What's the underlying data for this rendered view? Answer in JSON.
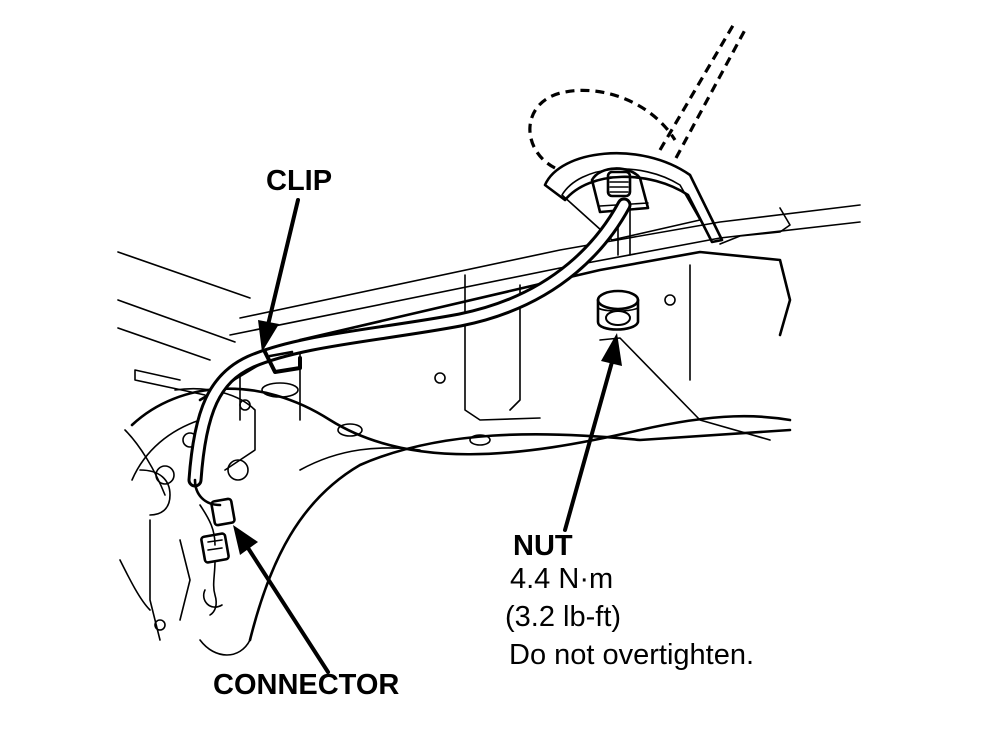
{
  "labels": {
    "clip": "CLIP",
    "connector": "CONNECTOR",
    "nut": "NUT",
    "torque_metric": "4.4 N·m",
    "torque_imperial": "(3.2 lb-ft)",
    "caution": "Do not overtighten."
  },
  "parts": {
    "antenna_base": "antenna-base",
    "antenna_mast": "antenna-mast",
    "cable": "antenna-cable",
    "nut_icon": "nut-icon",
    "connector_icon": "connector-icon",
    "clip_icon": "clip-icon"
  }
}
